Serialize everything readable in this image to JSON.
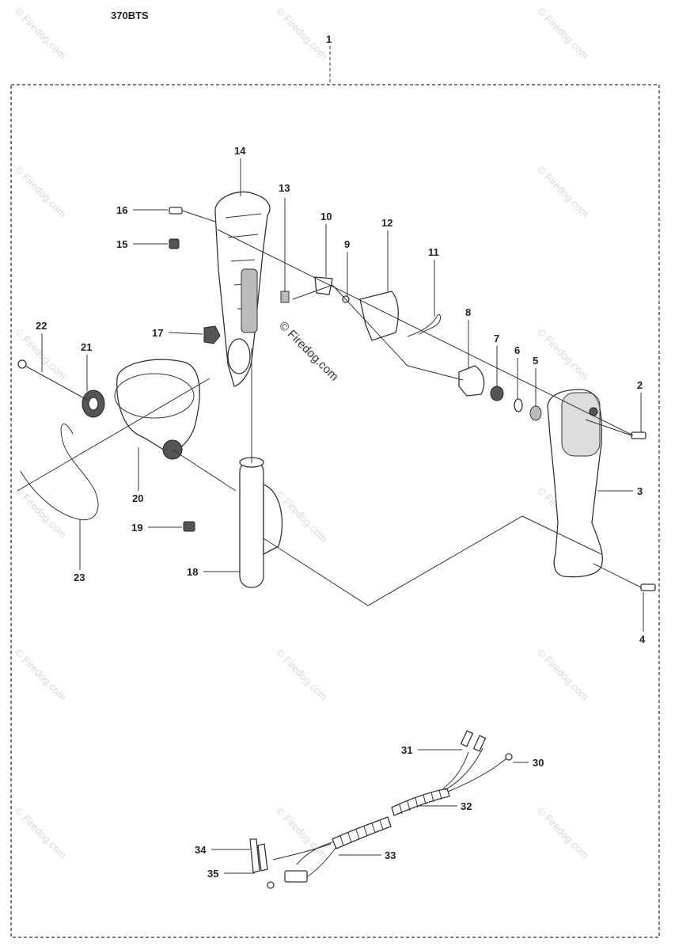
{
  "model": "370BTS",
  "watermark": "© Firedog.com",
  "callouts": [
    "1",
    "2",
    "3",
    "4",
    "5",
    "6",
    "7",
    "8",
    "9",
    "10",
    "11",
    "12",
    "13",
    "14",
    "15",
    "16",
    "17",
    "18",
    "19",
    "20",
    "21",
    "22",
    "23",
    "30",
    "31",
    "32",
    "33",
    "34",
    "35"
  ]
}
